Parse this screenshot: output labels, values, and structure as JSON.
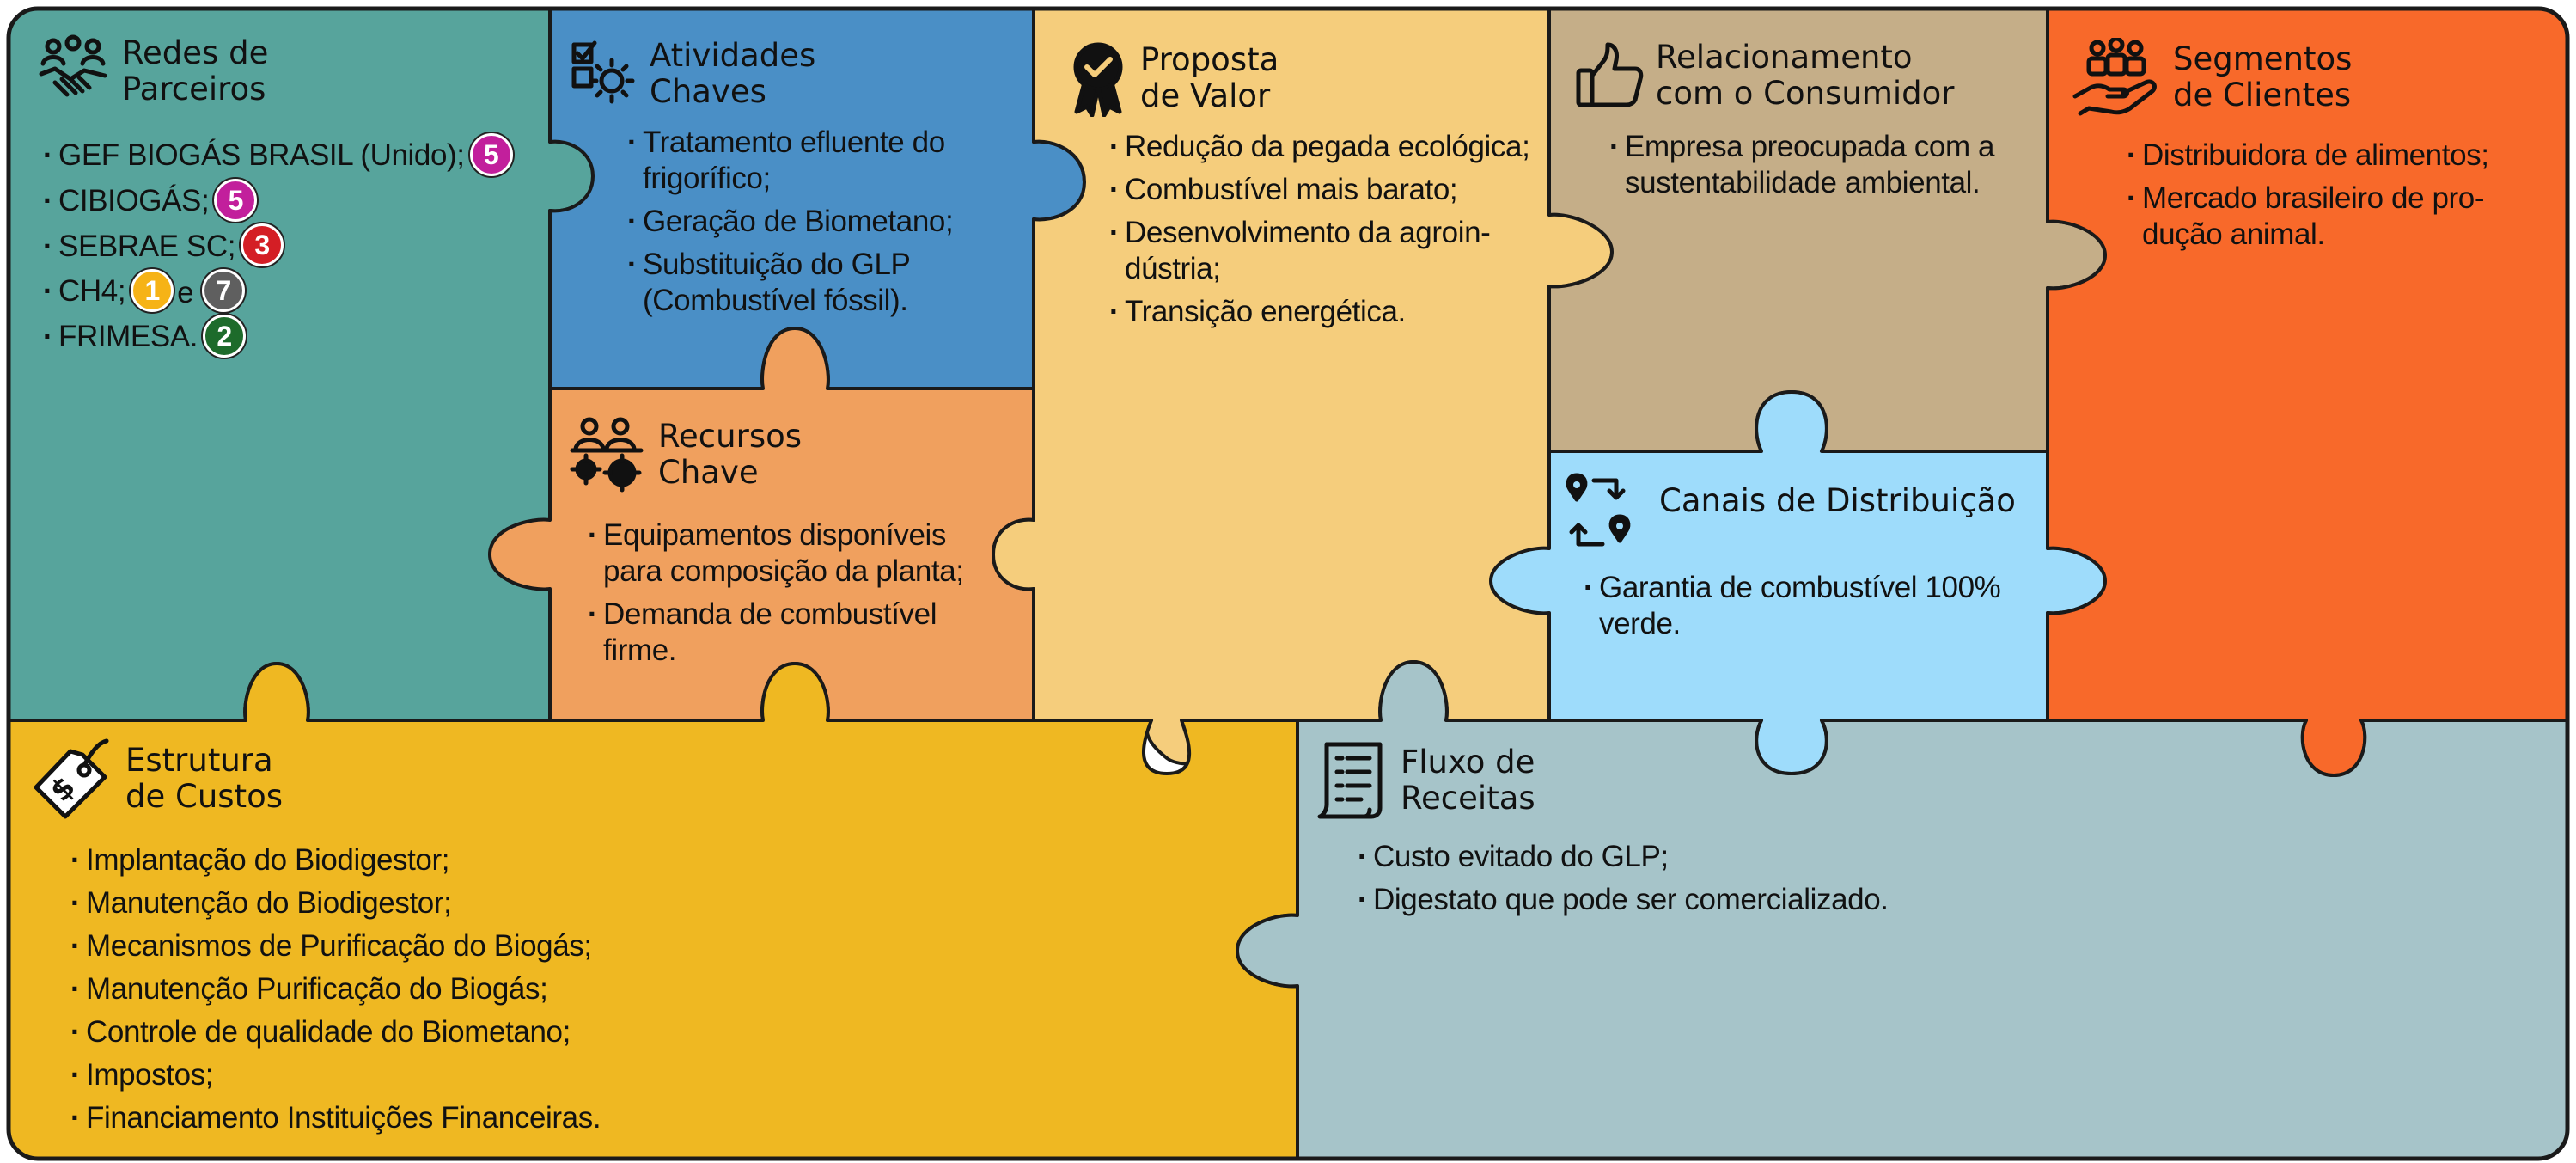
{
  "colors": {
    "parceiros": "#57a49c",
    "atividades": "#4a8fc6",
    "recursos": "#f0a05e",
    "proposta": "#f5cd7c",
    "relacionamento": "#c5ae88",
    "canais": "#9edcfb",
    "segmentos": "#f8692a",
    "custos": "#efb822",
    "receitas": "#a6c4c9",
    "outline": "#1a1a1a"
  },
  "badges": {
    "magenta": "#c21f9c",
    "red": "#d41e25",
    "yellow": "#f6b316",
    "gray": "#5f5f5f",
    "green": "#1d6b2b"
  },
  "parceiros": {
    "icon": "handshake-people-icon",
    "title": "Redes de\nParceiros",
    "items": [
      {
        "text": "GEF BIOGÁS BRASIL (Unido);",
        "badges": [
          {
            "n": "5",
            "color": "magenta"
          }
        ]
      },
      {
        "text": "CIBIOGÁS;",
        "badges": [
          {
            "n": "5",
            "color": "magenta"
          }
        ]
      },
      {
        "text": "SEBRAE SC;",
        "badges": [
          {
            "n": "3",
            "color": "red"
          }
        ]
      },
      {
        "text": "CH4;",
        "badges": [
          {
            "n": "1",
            "color": "yellow"
          },
          {
            "sep": "e"
          },
          {
            "n": "7",
            "color": "gray"
          }
        ]
      },
      {
        "text": "FRIMESA.",
        "badges": [
          {
            "n": "2",
            "color": "green"
          }
        ]
      }
    ]
  },
  "atividades": {
    "icon": "checklist-gear-icon",
    "title": "Atividades\nChaves",
    "items": [
      "Tratamento efluente do\nfrigorífico;",
      "Geração de Biometano;",
      "Substituição do GLP\n(Combustível fóssil)."
    ]
  },
  "recursos": {
    "icon": "people-gears-icon",
    "title": "Recursos\nChave",
    "items": [
      "Equipamentos disponíveis\npara composição da planta;",
      "Demanda de combustível\nfirme."
    ]
  },
  "proposta": {
    "icon": "award-ribbon-icon",
    "title": "Proposta\nde Valor",
    "items": [
      "Redução da pegada ecológica;",
      "Combustível mais barato;",
      "Desenvolvimento da agroin-\ndústria;",
      "Transição energética."
    ]
  },
  "relacionamento": {
    "icon": "thumbs-up-icon",
    "title": "Relacionamento\ncom o Consumidor",
    "items": [
      "Empresa preocupada com a\nsustentabilidade ambiental."
    ]
  },
  "canais": {
    "icon": "location-route-icon",
    "title": "Canais de Distribuição",
    "items": [
      "Garantia de combustível 100%\nverde."
    ]
  },
  "segmentos": {
    "icon": "hand-people-icon",
    "title": "Segmentos\nde Clientes",
    "items": [
      "Distribuidora de alimentos;",
      "Mercado brasileiro de pro-\ndução animal."
    ]
  },
  "custos": {
    "icon": "price-tag-icon",
    "title": "Estrutura\nde Custos",
    "items": [
      "Implantação do Biodigestor;",
      "Manutenção do Biodigestor;",
      "Mecanismos de Purificação do Biogás;",
      "Manutenção Purificação do Biogás;",
      "Controle de qualidade do Biometano;",
      "Impostos;",
      "Financiamento Instituições Financeiras."
    ]
  },
  "receitas": {
    "icon": "receipt-list-icon",
    "title": "Fluxo de\nReceitas",
    "items": [
      "Custo evitado do GLP;",
      "Digestato que pode ser comercializado."
    ]
  }
}
